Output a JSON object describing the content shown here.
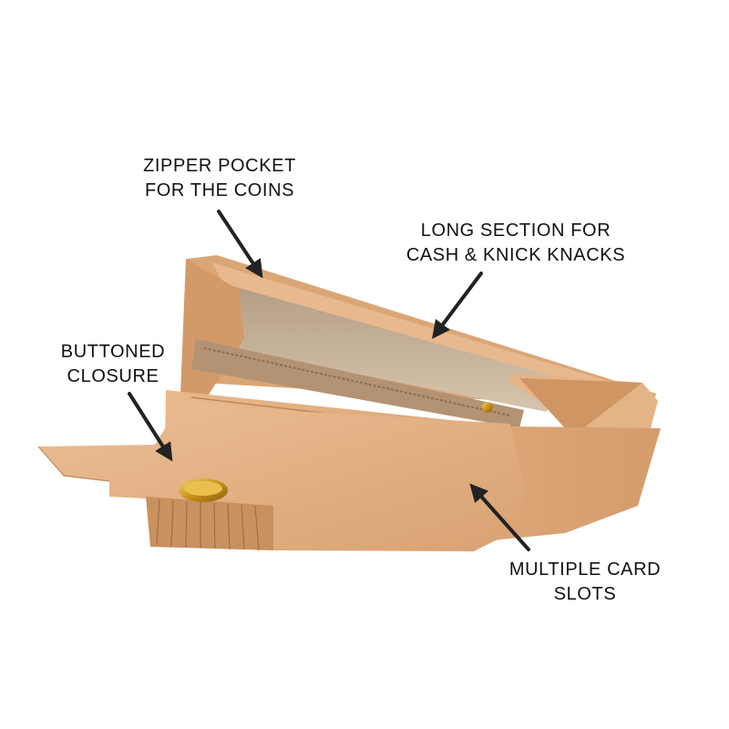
{
  "labels": {
    "zipper_pocket": {
      "line1": "ZIPPER POCKET",
      "line2": "FOR THE COINS"
    },
    "long_section": {
      "line1": "LONG SECTION FOR",
      "line2": "CASH & KNICK KNACKS"
    },
    "buttoned_closure": {
      "line1": "BUTTONED",
      "line2": "CLOSURE"
    },
    "card_slots": {
      "line1": "MULTIPLE CARD",
      "line2": "SLOTS"
    }
  },
  "colors": {
    "background": "#ffffff",
    "leather": "#e3b183",
    "leather_shadow": "#c88f5f",
    "lining": "#c9b8a2",
    "zipper": "#a88868",
    "button_gold": "#d9a62a",
    "label_text": "#111111",
    "arrow": "#222222"
  }
}
